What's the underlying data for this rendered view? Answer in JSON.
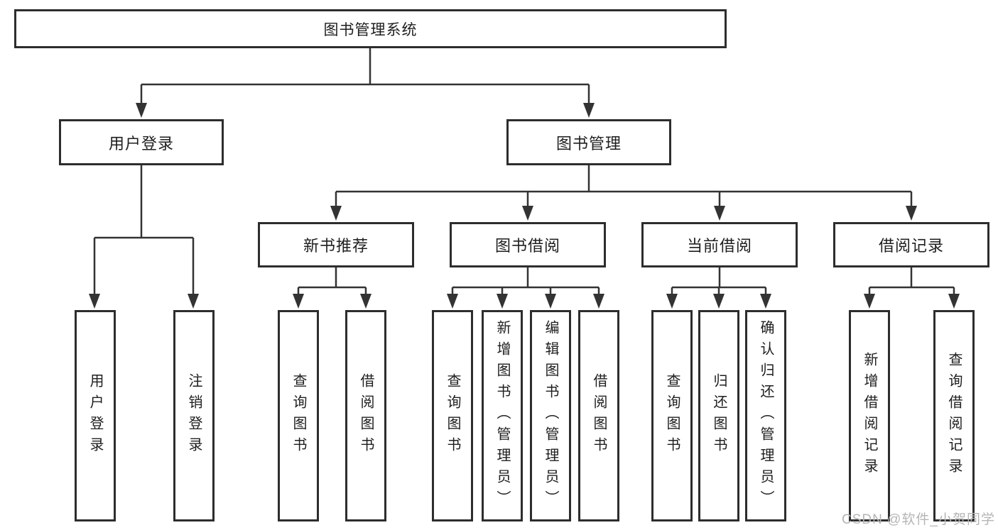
{
  "title": "图书管理系统",
  "colors": {
    "background": "#ffffff",
    "box_border": "#2d2d2d",
    "connector_line": "#333333",
    "text": "#1e1e1e",
    "watermark": "#b5b5b5"
  },
  "tree": {
    "root": {
      "label": "图书管理系统"
    },
    "branches": [
      {
        "label": "用户登录",
        "children": [
          {
            "label": "用户登录"
          },
          {
            "label": "注销登录"
          }
        ]
      },
      {
        "label": "图书管理",
        "children": [
          {
            "label": "新书推荐",
            "children": [
              {
                "label": "查询图书"
              },
              {
                "label": "借阅图书"
              }
            ]
          },
          {
            "label": "图书借阅",
            "children": [
              {
                "label": "查询图书"
              },
              {
                "label": "新增图书（管理员）"
              },
              {
                "label": "编辑图书（管理员）"
              },
              {
                "label": "借阅图书"
              }
            ]
          },
          {
            "label": "当前借阅",
            "children": [
              {
                "label": "查询图书"
              },
              {
                "label": "归还图书"
              },
              {
                "label": "确认归还（管理员）"
              }
            ]
          },
          {
            "label": "借阅记录",
            "children": [
              {
                "label": "新增借阅记录"
              },
              {
                "label": "查询借阅记录"
              }
            ]
          }
        ]
      }
    ]
  },
  "watermark": {
    "text": "CSDN @软件_小贺同学"
  }
}
